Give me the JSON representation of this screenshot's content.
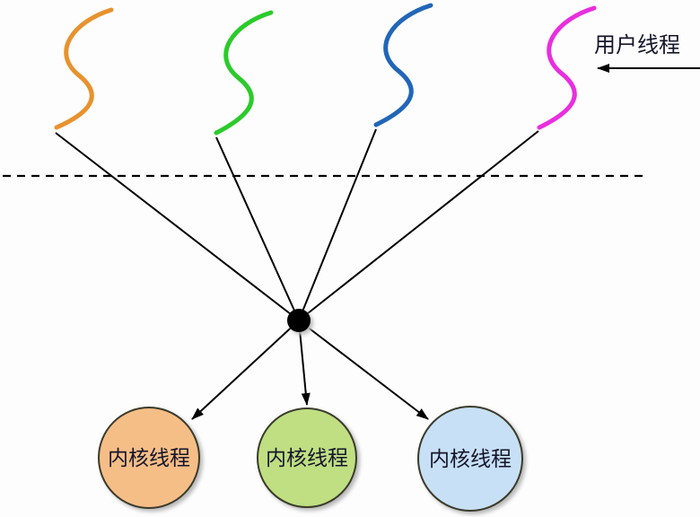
{
  "diagram": {
    "user_thread_label": "用户线程",
    "kernel_thread_labels": [
      "内核线程",
      "内核线程",
      "内核线程"
    ],
    "colors": {
      "user_thread_1": "#E8922E",
      "user_thread_2": "#2BCB2B",
      "user_thread_3": "#2166B8",
      "user_thread_4": "#E92EDF",
      "kernel_circle_1_fill": "#F6BE87",
      "kernel_circle_2_fill": "#BFDF82",
      "kernel_circle_3_fill": "#C7E0F5",
      "line_color": "#000000",
      "background": "#FDFDFD"
    }
  }
}
